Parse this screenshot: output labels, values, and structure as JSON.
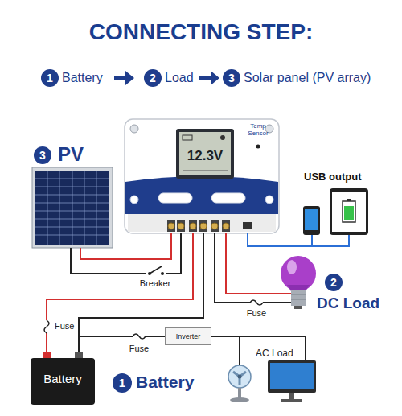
{
  "diagram": {
    "title": "CONNECTING STEP:",
    "nodes": [
      {
        "text": [
          "Temp Sensor",
          "12.3V"
        ]
      },
      {
        "text": [
          "3",
          "PV"
        ]
      },
      {
        "text": [
          "USB output"
        ]
      },
      {
        "text": [
          "2",
          "DC Load"
        ]
      },
      {
        "text": [
          "Inverter"
        ]
      },
      {
        "text": [
          "AC Load"
        ]
      },
      {
        "text": [
          "Battery",
          "1",
          "Battery"
        ]
      }
    ],
    "edges": [
      {
        "from": 1,
        "to": 0,
        "label": "Breaker",
        "arrow": "none"
      },
      {
        "from": 0,
        "to": 2,
        "arrow": "none"
      },
      {
        "from": 0,
        "to": 3,
        "label": "Fuse",
        "arrow": "none"
      },
      {
        "from": 6,
        "to": 0,
        "label": "Fuse",
        "arrow": "none"
      },
      {
        "from": 6,
        "to": 4,
        "label": "Fuse",
        "arrow": "none"
      },
      {
        "from": 4,
        "to": 5,
        "arrow": "none"
      }
    ],
    "labels": [
      "1",
      "Battery",
      "2",
      "Load",
      "3",
      "Solar panel (PV array)"
    ]
  }
}
